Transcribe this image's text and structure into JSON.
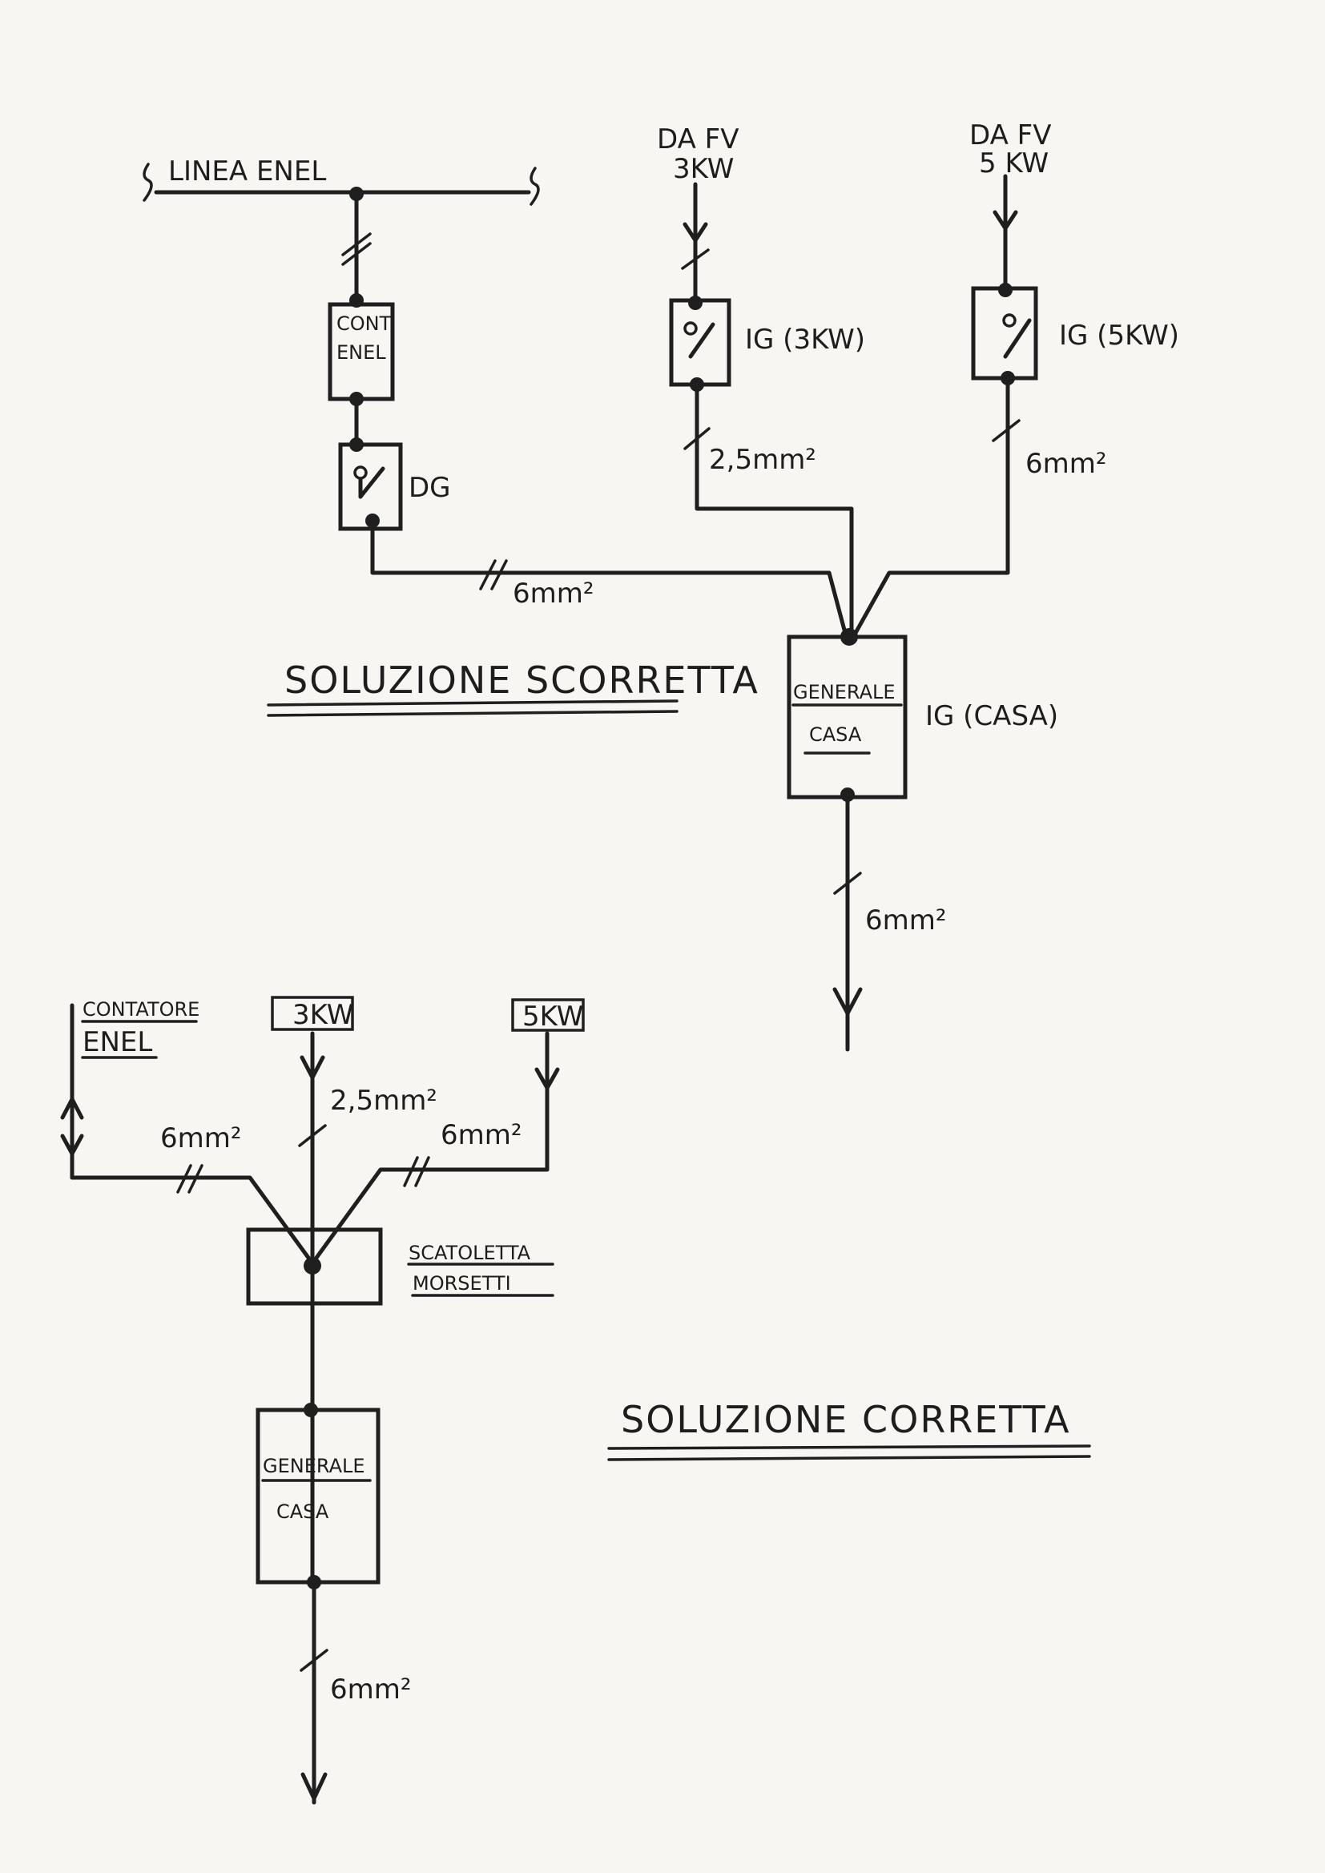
{
  "incorrect": {
    "linea_enel": "LINEA ENEL",
    "cont_enel": [
      "CONT.",
      "ENEL"
    ],
    "dg": "DG",
    "fv3_label": [
      "DA FV",
      "3KW"
    ],
    "fv5_label": [
      "DA FV",
      "5 KW"
    ],
    "ig3": "IG (3KW)",
    "ig5": "IG (5KW)",
    "cable_fv3": "2,5mm²",
    "cable_fv5": "6mm²",
    "cable_dg": "6mm²",
    "generale_casa": [
      "GENERALE",
      "CASA"
    ],
    "ig_casa": "IG (CASA)",
    "cable_out": "6mm²",
    "title": "SOLUZIONE SCORRETTA"
  },
  "correct": {
    "contatore_enel": [
      "CONTATORE",
      "ENEL"
    ],
    "src_3kw": "3KW",
    "src_5kw": "5KW",
    "cable_3kw": "2,5mm²",
    "cable_enel": "6mm²",
    "cable_5kw": "6mm²",
    "scatoletta": [
      "SCATOLETTA",
      "MORSETTI"
    ],
    "generale_casa": [
      "GENERALE",
      "CASA"
    ],
    "cable_out": "6mm²",
    "title": "SOLUZIONE CORRETTA"
  },
  "colors": {
    "ink": "#1f1f1f",
    "paper": "#f7f6f2"
  }
}
